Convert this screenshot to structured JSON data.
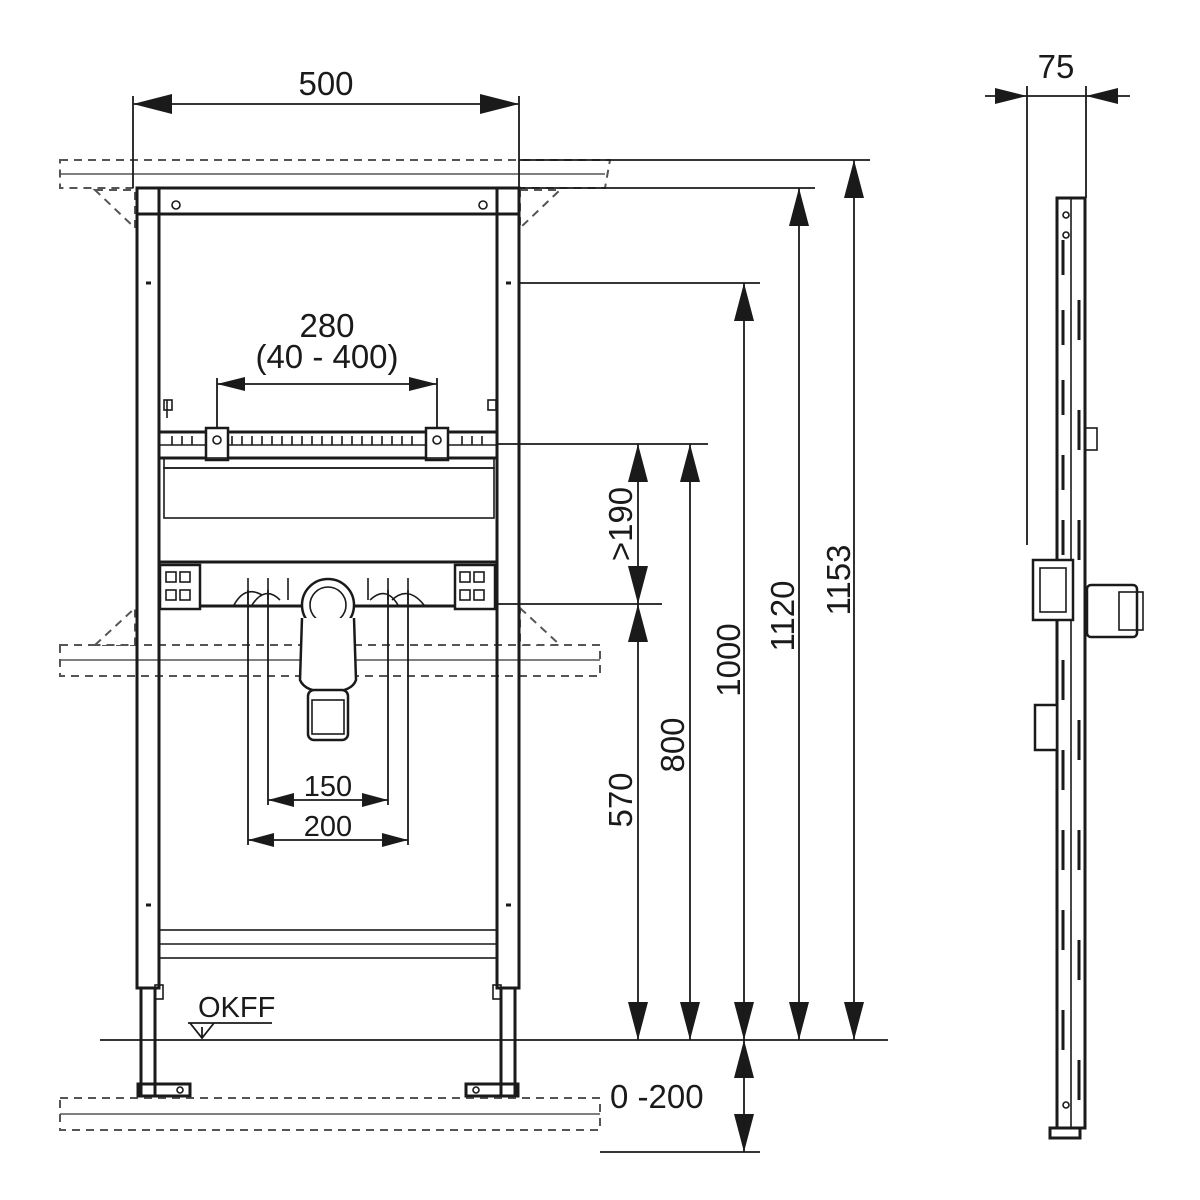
{
  "dimensions": {
    "frame_width": "500",
    "profile_depth": "75",
    "drain_spacing": "280",
    "drain_spacing_range": "(40 - 400)",
    "inlet_spacing_inner": "150",
    "inlet_spacing_outer": "200",
    "rail_gap": ">190",
    "drain_height": "570",
    "rail_height": "800",
    "top_mount_height": "1000",
    "frame_height": "1120",
    "overall_height": "1153",
    "floor_adjust": "0 -200"
  },
  "labels": {
    "finished_floor": "OKFF"
  }
}
